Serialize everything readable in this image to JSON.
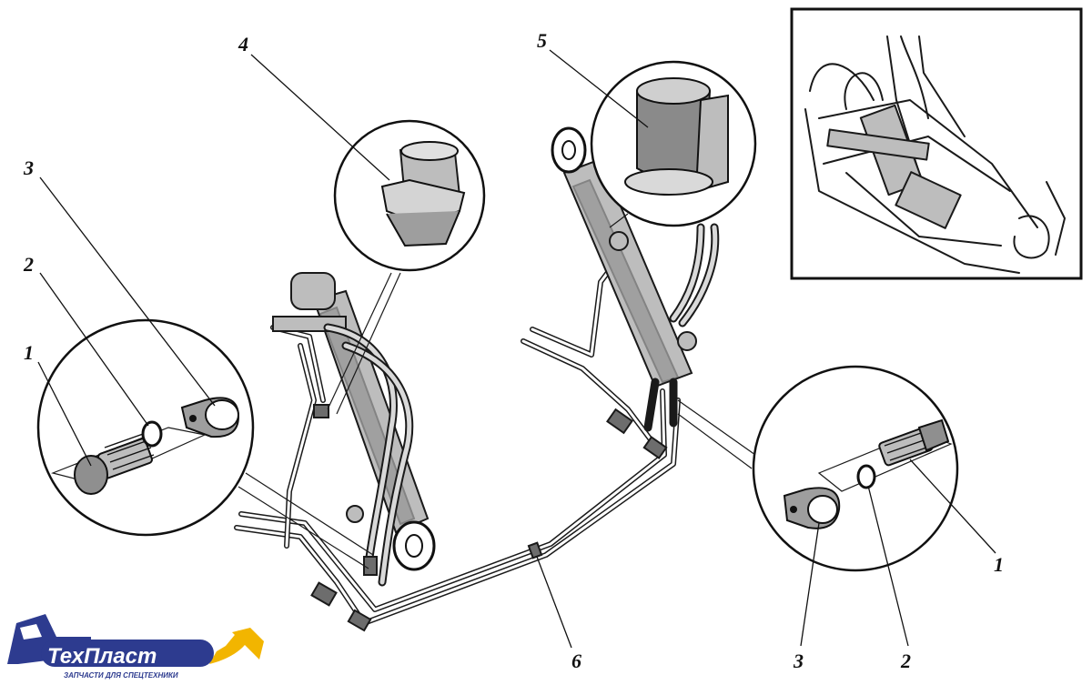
{
  "callouts": [
    {
      "num": "1"
    },
    {
      "num": "2"
    },
    {
      "num": "3"
    },
    {
      "num": "4"
    },
    {
      "num": "5"
    },
    {
      "num": "1"
    },
    {
      "num": "2"
    },
    {
      "num": "3"
    },
    {
      "num": "6"
    }
  ],
  "logo": {
    "name": "ТехПласт",
    "tagline": "ЗАПЧАСТИ ДЛЯ СПЕЦТЕХНИКИ",
    "color_dark": "#2d3b8f",
    "color_accent": "#f2b500"
  }
}
